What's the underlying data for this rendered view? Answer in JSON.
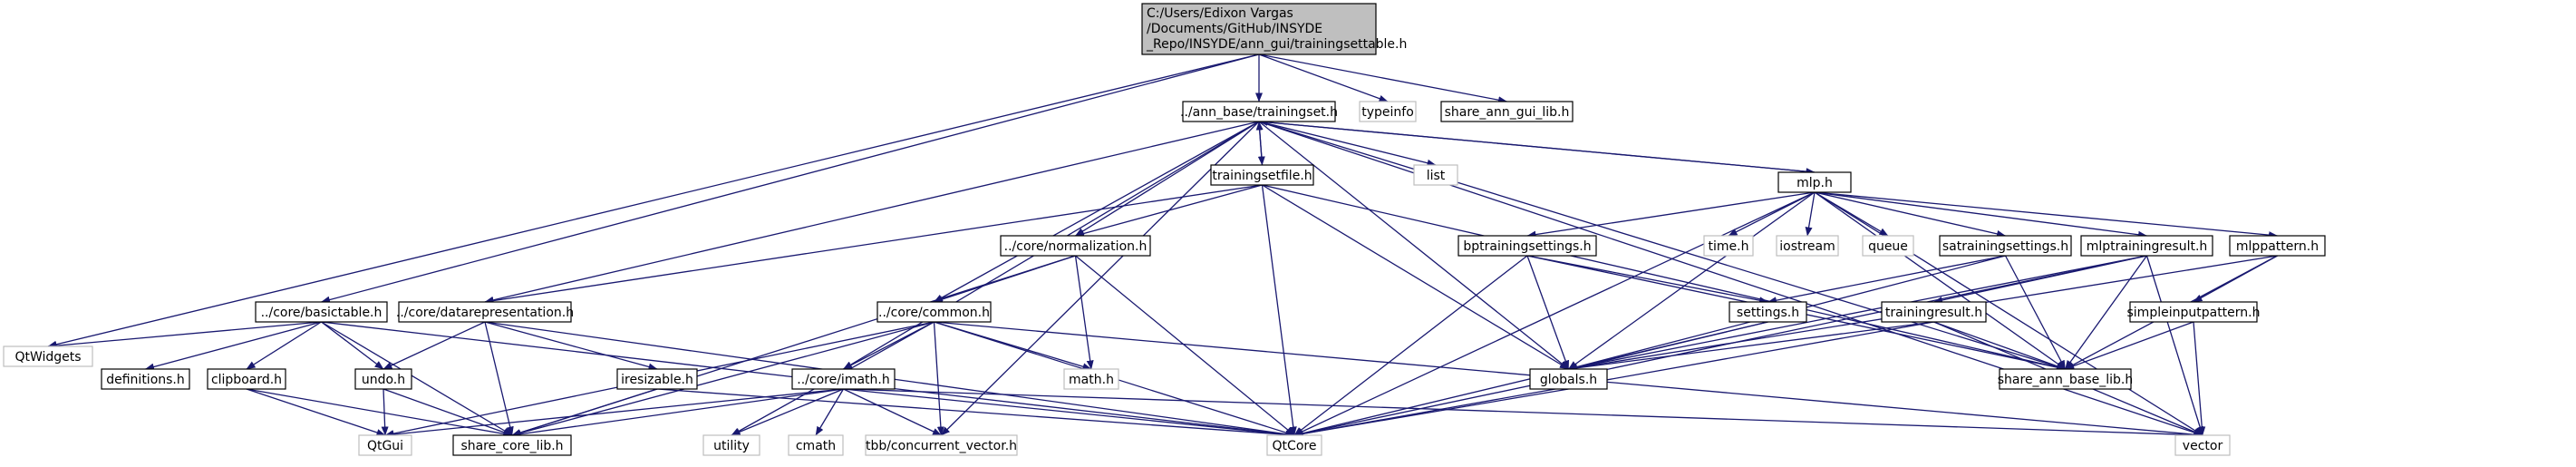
{
  "diagram": {
    "colors": {
      "edge": "#191970",
      "root_fill": "#bfbfbf",
      "root_border": "#000000",
      "node_border": "#000000",
      "external_border": "#bfbfbf",
      "background": "#ffffff"
    },
    "nodes": [
      {
        "id": "root",
        "lines": [
          "C:/Users/Edixon Vargas",
          "/Documents/GitHub/INSYDE",
          "_Repo/INSYDE/ann_gui/trainingsettable.h"
        ],
        "kind": "root"
      },
      {
        "id": "qtwidgets",
        "lines": [
          "QtWidgets"
        ],
        "kind": "external"
      },
      {
        "id": "basictable",
        "lines": [
          "../core/basictable.h"
        ],
        "kind": "local"
      },
      {
        "id": "trainingset",
        "lines": [
          "../ann_base/trainingset.h"
        ],
        "kind": "local"
      },
      {
        "id": "typeinfo",
        "lines": [
          "typeinfo"
        ],
        "kind": "external"
      },
      {
        "id": "share_ann_gui_lib",
        "lines": [
          "share_ann_gui_lib.h"
        ],
        "kind": "local"
      },
      {
        "id": "list",
        "lines": [
          "list"
        ],
        "kind": "external"
      },
      {
        "id": "trainingsetfile",
        "lines": [
          "trainingsetfile.h"
        ],
        "kind": "local"
      },
      {
        "id": "mlp",
        "lines": [
          "mlp.h"
        ],
        "kind": "local"
      },
      {
        "id": "normalization",
        "lines": [
          "../core/normalization.h"
        ],
        "kind": "local"
      },
      {
        "id": "datarepresentation",
        "lines": [
          "../core/datarepresentation.h"
        ],
        "kind": "local"
      },
      {
        "id": "common",
        "lines": [
          "../core/common.h"
        ],
        "kind": "local"
      },
      {
        "id": "bptrainingsettings",
        "lines": [
          "bptrainingsettings.h"
        ],
        "kind": "local"
      },
      {
        "id": "time",
        "lines": [
          "time.h"
        ],
        "kind": "external"
      },
      {
        "id": "iostream",
        "lines": [
          "iostream"
        ],
        "kind": "external"
      },
      {
        "id": "queue",
        "lines": [
          "queue"
        ],
        "kind": "external"
      },
      {
        "id": "satrainingsettings",
        "lines": [
          "satrainingsettings.h"
        ],
        "kind": "local"
      },
      {
        "id": "mlptrainingresult",
        "lines": [
          "mlptrainingresult.h"
        ],
        "kind": "local"
      },
      {
        "id": "mlppattern",
        "lines": [
          "mlppattern.h"
        ],
        "kind": "local"
      },
      {
        "id": "definitions",
        "lines": [
          "definitions.h"
        ],
        "kind": "local"
      },
      {
        "id": "clipboard",
        "lines": [
          "clipboard.h"
        ],
        "kind": "local"
      },
      {
        "id": "undo",
        "lines": [
          "undo.h"
        ],
        "kind": "local"
      },
      {
        "id": "iresizable",
        "lines": [
          "iresizable.h"
        ],
        "kind": "local"
      },
      {
        "id": "imath",
        "lines": [
          "../core/imath.h"
        ],
        "kind": "local"
      },
      {
        "id": "mathh",
        "lines": [
          "math.h"
        ],
        "kind": "external"
      },
      {
        "id": "settings",
        "lines": [
          "settings.h"
        ],
        "kind": "local"
      },
      {
        "id": "trainingresult",
        "lines": [
          "trainingresult.h"
        ],
        "kind": "local"
      },
      {
        "id": "simpleinputpattern",
        "lines": [
          "simpleinputpattern.h"
        ],
        "kind": "local"
      },
      {
        "id": "globals",
        "lines": [
          "globals.h"
        ],
        "kind": "local"
      },
      {
        "id": "share_ann_base_lib",
        "lines": [
          "share_ann_base_lib.h"
        ],
        "kind": "local"
      },
      {
        "id": "qtgui",
        "lines": [
          "QtGui"
        ],
        "kind": "external"
      },
      {
        "id": "share_core_lib",
        "lines": [
          "share_core_lib.h"
        ],
        "kind": "local"
      },
      {
        "id": "utility",
        "lines": [
          "utility"
        ],
        "kind": "external"
      },
      {
        "id": "cmath",
        "lines": [
          "cmath"
        ],
        "kind": "external"
      },
      {
        "id": "concurrent_vector",
        "lines": [
          "tbb/concurrent_vector.h"
        ],
        "kind": "external"
      },
      {
        "id": "qtcore",
        "lines": [
          "QtCore"
        ],
        "kind": "external"
      },
      {
        "id": "vector",
        "lines": [
          "vector"
        ],
        "kind": "external"
      }
    ],
    "edges": [
      [
        "root",
        "qtwidgets"
      ],
      [
        "root",
        "basictable"
      ],
      [
        "root",
        "trainingset"
      ],
      [
        "root",
        "typeinfo"
      ],
      [
        "root",
        "share_ann_gui_lib"
      ],
      [
        "trainingset",
        "list"
      ],
      [
        "trainingset",
        "trainingsetfile"
      ],
      [
        "trainingset",
        "mlp"
      ],
      [
        "trainingset",
        "normalization"
      ],
      [
        "trainingset",
        "datarepresentation"
      ],
      [
        "trainingset",
        "common"
      ],
      [
        "trainingset",
        "imath"
      ],
      [
        "trainingset",
        "globals"
      ],
      [
        "trainingset",
        "share_ann_base_lib"
      ],
      [
        "trainingset",
        "concurrent_vector"
      ],
      [
        "trainingset",
        "vector"
      ],
      [
        "trainingsetfile",
        "trainingset"
      ],
      [
        "trainingsetfile",
        "normalization"
      ],
      [
        "trainingsetfile",
        "datarepresentation"
      ],
      [
        "trainingsetfile",
        "globals"
      ],
      [
        "trainingsetfile",
        "share_ann_base_lib"
      ],
      [
        "trainingsetfile",
        "qtcore"
      ],
      [
        "mlp",
        "trainingset"
      ],
      [
        "mlp",
        "bptrainingsettings"
      ],
      [
        "mlp",
        "time"
      ],
      [
        "mlp",
        "iostream"
      ],
      [
        "mlp",
        "queue"
      ],
      [
        "mlp",
        "satrainingsettings"
      ],
      [
        "mlp",
        "mlptrainingresult"
      ],
      [
        "mlp",
        "mlppattern"
      ],
      [
        "mlp",
        "globals"
      ],
      [
        "mlp",
        "share_ann_base_lib"
      ],
      [
        "mlp",
        "qtcore"
      ],
      [
        "mlp",
        "vector"
      ],
      [
        "normalization",
        "common"
      ],
      [
        "normalization",
        "mathh"
      ],
      [
        "normalization",
        "share_core_lib"
      ],
      [
        "normalization",
        "qtcore"
      ],
      [
        "datarepresentation",
        "undo"
      ],
      [
        "datarepresentation",
        "iresizable"
      ],
      [
        "datarepresentation",
        "share_core_lib"
      ],
      [
        "datarepresentation",
        "qtcore"
      ],
      [
        "common",
        "imath"
      ],
      [
        "common",
        "utility"
      ],
      [
        "common",
        "mathh"
      ],
      [
        "common",
        "concurrent_vector"
      ],
      [
        "common",
        "qtgui"
      ],
      [
        "common",
        "share_core_lib"
      ],
      [
        "common",
        "qtcore"
      ],
      [
        "common",
        "vector"
      ],
      [
        "basictable",
        "qtwidgets"
      ],
      [
        "basictable",
        "definitions"
      ],
      [
        "basictable",
        "clipboard"
      ],
      [
        "basictable",
        "undo"
      ],
      [
        "basictable",
        "share_core_lib"
      ],
      [
        "basictable",
        "qtcore"
      ],
      [
        "bptrainingsettings",
        "settings"
      ],
      [
        "bptrainingsettings",
        "globals"
      ],
      [
        "bptrainingsettings",
        "share_ann_base_lib"
      ],
      [
        "bptrainingsettings",
        "qtcore"
      ],
      [
        "satrainingsettings",
        "settings"
      ],
      [
        "satrainingsettings",
        "globals"
      ],
      [
        "satrainingsettings",
        "share_ann_base_lib"
      ],
      [
        "mlptrainingresult",
        "trainingresult"
      ],
      [
        "mlptrainingresult",
        "globals"
      ],
      [
        "mlptrainingresult",
        "share_ann_base_lib"
      ],
      [
        "mlptrainingresult",
        "qtcore"
      ],
      [
        "mlptrainingresult",
        "vector"
      ],
      [
        "mlppattern",
        "simpleinputpattern"
      ],
      [
        "mlppattern",
        "globals"
      ],
      [
        "mlppattern",
        "share_ann_base_lib"
      ],
      [
        "simpleinputpattern",
        "share_ann_base_lib"
      ],
      [
        "simpleinputpattern",
        "vector"
      ],
      [
        "settings",
        "globals"
      ],
      [
        "settings",
        "qtcore"
      ],
      [
        "trainingresult",
        "globals"
      ],
      [
        "trainingresult",
        "share_ann_base_lib"
      ],
      [
        "trainingresult",
        "qtcore"
      ],
      [
        "trainingresult",
        "vector"
      ],
      [
        "globals",
        "qtcore"
      ],
      [
        "clipboard",
        "qtgui"
      ],
      [
        "clipboard",
        "share_core_lib"
      ],
      [
        "undo",
        "qtgui"
      ],
      [
        "undo",
        "share_core_lib"
      ],
      [
        "iresizable",
        "share_core_lib"
      ],
      [
        "iresizable",
        "qtcore"
      ],
      [
        "imath",
        "utility"
      ],
      [
        "imath",
        "cmath"
      ],
      [
        "imath",
        "concurrent_vector"
      ],
      [
        "imath",
        "qtgui"
      ],
      [
        "imath",
        "share_core_lib"
      ],
      [
        "imath",
        "qtcore"
      ],
      [
        "imath",
        "vector"
      ]
    ]
  }
}
